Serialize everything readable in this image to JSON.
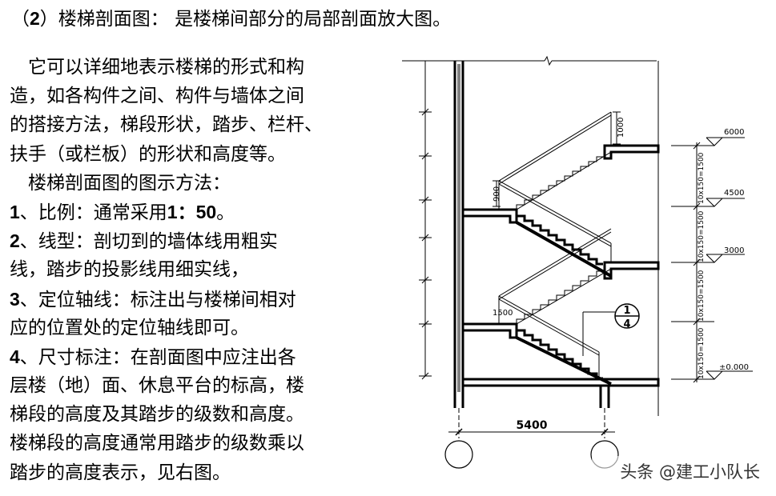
{
  "heading": {
    "prefix": "（",
    "num": "2",
    "rest": "）楼梯剖面图：  是楼梯间部分的局部剖面放大图。"
  },
  "paragraph": [
    "　它可以详细地表示楼梯的形式和构",
    "造，如各构件之间、构件与墙体之间",
    "的搭接方法，梯段形状，踏步、栏杆、",
    "扶手（或栏板）的形状和高度等。",
    "　楼梯剖面图的图示方法："
  ],
  "items": [
    {
      "num": "1",
      "text": "、比例：通常采用",
      "bold_tail": "1：50",
      "tail": "。"
    },
    {
      "num": "2",
      "text": "、线型：剖切到的墙体线用粗实",
      "bold_tail": "",
      "tail": ""
    },
    {
      "num": "",
      "text": "线，踏步的投影线用细实线，",
      "bold_tail": "",
      "tail": ""
    },
    {
      "num": "3",
      "text": "、定位轴线：标注出与楼梯间相对",
      "bold_tail": "",
      "tail": ""
    },
    {
      "num": "",
      "text": "应的位置处的定位轴线即可。",
      "bold_tail": "",
      "tail": ""
    },
    {
      "num": "4",
      "text": "、尺寸标注：在剖面图中应注出各",
      "bold_tail": "",
      "tail": ""
    },
    {
      "num": "",
      "text": "层楼（地）面、休息平台的标高，楼",
      "bold_tail": "",
      "tail": ""
    },
    {
      "num": "",
      "text": "梯段的高度及其踏步的级数和高度。",
      "bold_tail": "",
      "tail": ""
    },
    {
      "num": "",
      "text": "楼梯段的高度通常用踏步的级数乘以",
      "bold_tail": "",
      "tail": ""
    },
    {
      "num": "",
      "text": "踏步的高度表示，见右图。",
      "bold_tail": "",
      "tail": ""
    }
  ],
  "diagram": {
    "elevations": [
      "6000",
      "4500",
      "3000",
      "±0.000"
    ],
    "dims_vertical": [
      "10x150=1500",
      "10x150=1500",
      "10x150=1500",
      "10x150=1500"
    ],
    "rail_heights": [
      "1000",
      "900",
      "1500"
    ],
    "span": "5400",
    "detail_top": "1",
    "detail_bottom": "4"
  },
  "watermark": "头条 @建工小队长"
}
